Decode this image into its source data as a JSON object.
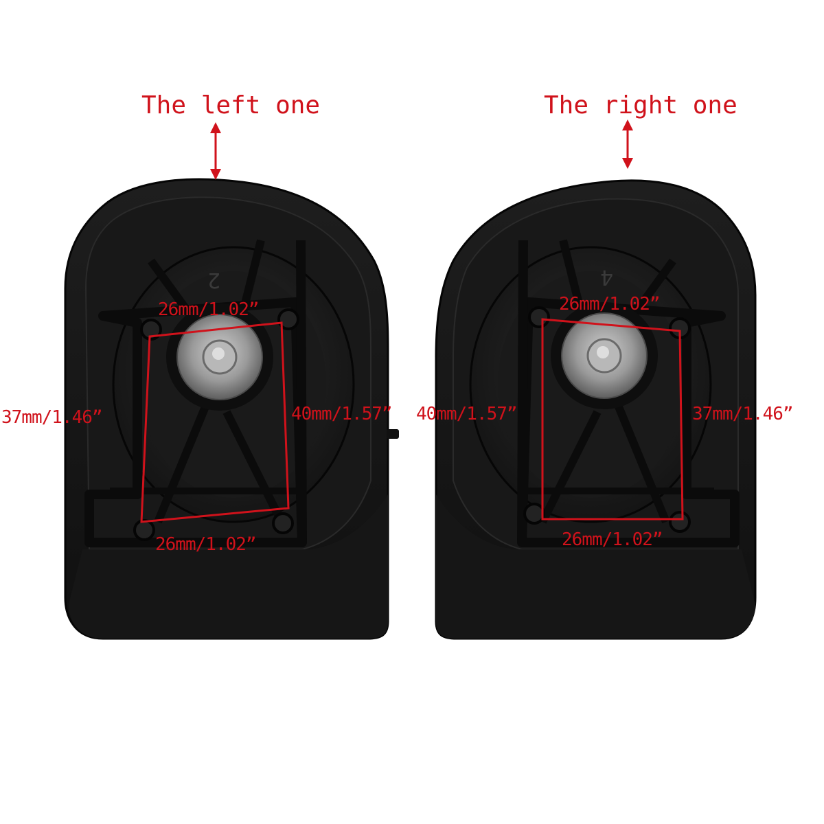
{
  "labels": {
    "left_title": "The left one",
    "right_title": "The right one"
  },
  "left_wheel": {
    "part_number": "2",
    "top_width": "26mm/1.02”",
    "bottom_width": "26mm/1.02”",
    "outer_height": "37mm/1.46”",
    "inner_height": "40mm/1.57”"
  },
  "right_wheel": {
    "part_number": "4",
    "top_width": "26mm/1.02”",
    "bottom_width": "26mm/1.02”",
    "outer_height": "37mm/1.46”",
    "inner_height": "40mm/1.57”"
  },
  "colors": {
    "annotation": "#d0121b",
    "housing": "#151515",
    "background": "#ffffff"
  }
}
